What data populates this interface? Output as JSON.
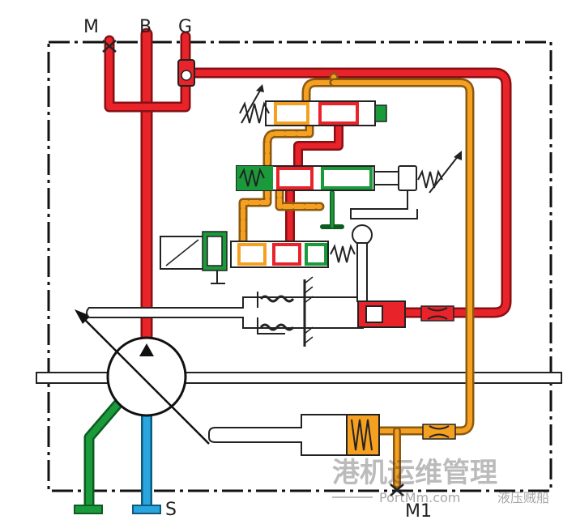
{
  "ports": {
    "m": "M",
    "b": "B",
    "g": "G",
    "s": "S",
    "m1": "M1"
  },
  "watermark": {
    "title": "港机运维管理",
    "site": "PortMm.com",
    "tagline": "液压贼船"
  },
  "colors": {
    "pressure": "#e8232a",
    "pilot": "#f5a021",
    "drain": "#1a9a3a",
    "suction": "#2aa6df",
    "boundary": "#111111"
  }
}
